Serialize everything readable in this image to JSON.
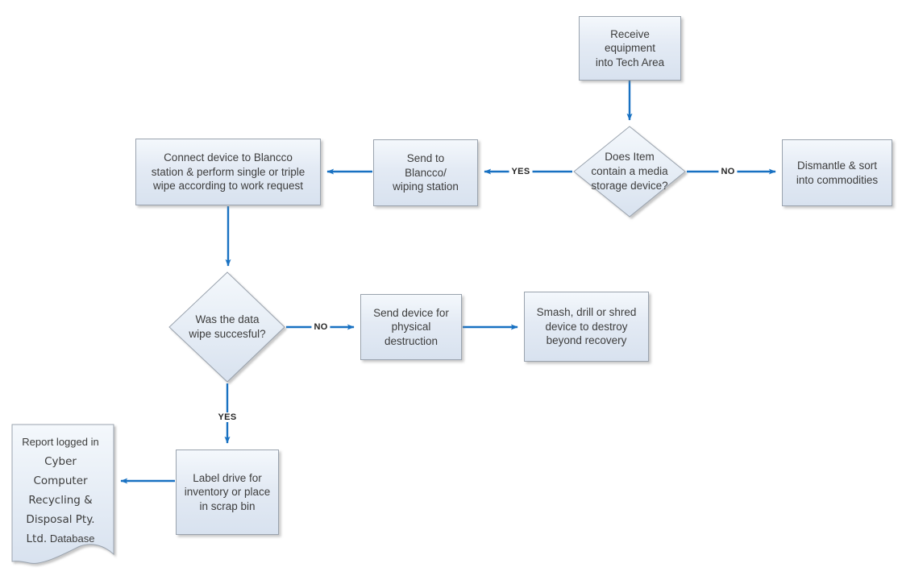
{
  "diagram": {
    "title_hint": "Equipment data-destruction flowchart",
    "colors": {
      "arrow": "#1871c2",
      "node_fill_top": "#f4f8fc",
      "node_fill_bottom": "#d8e2ef",
      "node_border": "#9aa3ae",
      "text": "#3d3d3d",
      "background": "#ffffff"
    },
    "nodes": {
      "receive": {
        "label": "Receive\nequipment\ninto Tech Area",
        "shape": "process"
      },
      "media_decision": {
        "label": "Does Item\ncontain a media\nstorage device?",
        "shape": "decision"
      },
      "dismantle": {
        "label": "Dismantle & sort\ninto commodities",
        "shape": "process"
      },
      "send_to_blancco": {
        "label": "Send to\nBlancco/\nwiping station",
        "shape": "process"
      },
      "connect_device": {
        "label": "Connect device to Blancco\nstation & perform single or triple\nwipe according to work request",
        "shape": "process"
      },
      "wipe_decision": {
        "label": "Was the data\nwipe succesful?",
        "shape": "decision"
      },
      "send_destruction": {
        "label": "Send device for\nphysical\ndestruction",
        "shape": "process"
      },
      "smash": {
        "label": "Smash, drill or shred\ndevice to destroy\nbeyond recovery",
        "shape": "process"
      },
      "label_drive": {
        "label": "Label drive for\ninventory or place\nin scrap bin",
        "shape": "process"
      },
      "report": {
        "shape": "document",
        "part1": "Report logged in",
        "part2": "Cyber Computer Recycling & Disposal Pty. Ltd.",
        "part3": "Database"
      }
    },
    "edge_labels": {
      "media_yes": "YES",
      "media_no": "NO",
      "wipe_no": "NO",
      "wipe_yes": "YES"
    }
  }
}
